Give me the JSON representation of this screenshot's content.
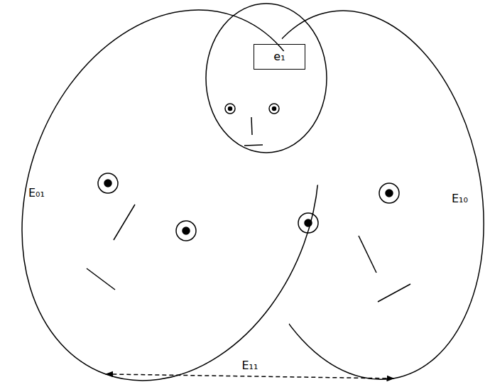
{
  "diagram": {
    "nodes": [
      {
        "text": [
          "e₁"
        ]
      },
      {
        "text": [
          "E₀₁"
        ]
      },
      {
        "text": [
          "E₁₀"
        ]
      }
    ],
    "edges": [
      {
        "from": 1,
        "to": 2,
        "arrow": "both",
        "label": "E₁₁"
      }
    ]
  }
}
